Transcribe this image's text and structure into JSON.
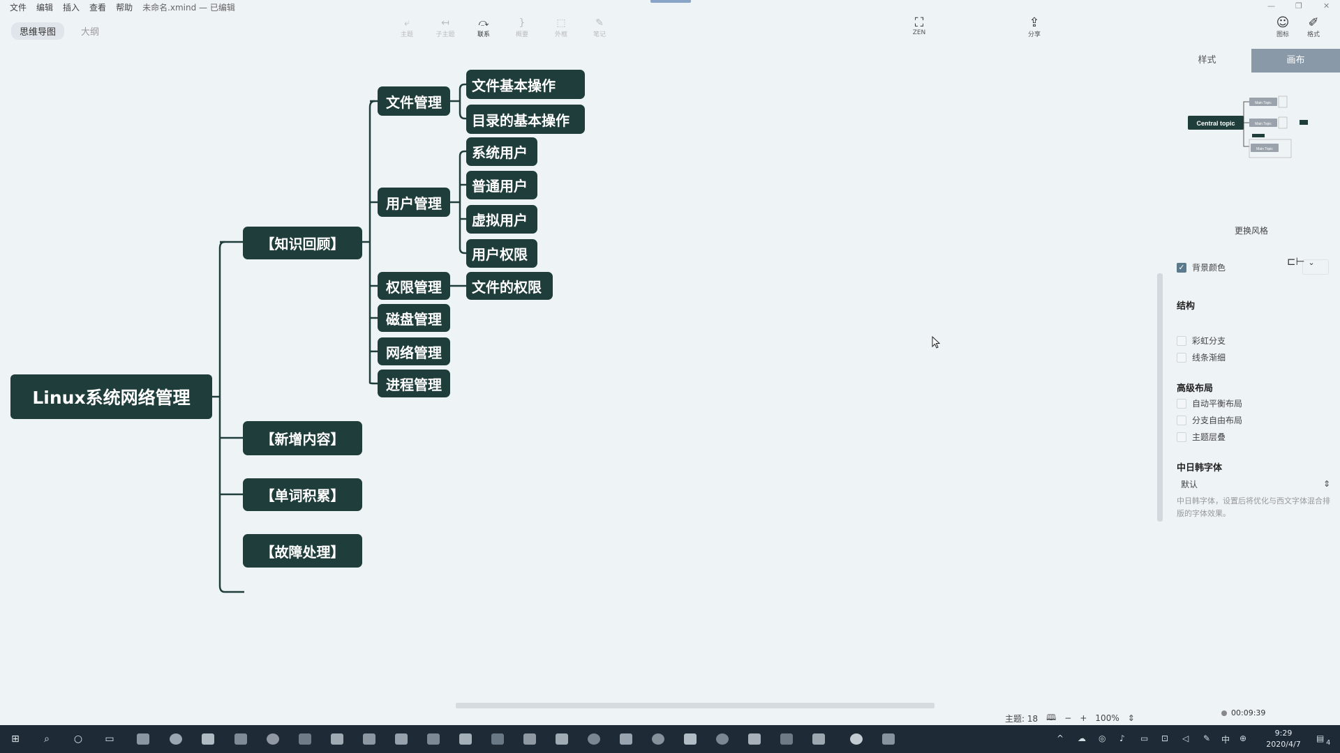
{
  "menu": {
    "items": [
      "文件",
      "编辑",
      "插入",
      "查看",
      "帮助"
    ],
    "doc_title": "未命名.xmind — 已编辑"
  },
  "view_tabs": {
    "mindmap": "思维导图",
    "outline": "大纲"
  },
  "toolbar": {
    "topic": "主题",
    "subtopic": "子主题",
    "relation": "联系",
    "summary": "概要",
    "boundary": "外框",
    "note": "笔记",
    "zen": "ZEN",
    "share": "分享",
    "icons": "图标",
    "format": "格式"
  },
  "mindmap": {
    "root": "Linux系统网络管理",
    "branches": [
      {
        "label": "【知识回顾】"
      },
      {
        "label": "【新增内容】"
      },
      {
        "label": "【单词积累】"
      },
      {
        "label": "【故障处理】"
      }
    ],
    "review_children": [
      {
        "label": "文件管理",
        "children": [
          "文件基本操作",
          "目录的基本操作"
        ]
      },
      {
        "label": "用户管理",
        "children": [
          "系统用户",
          "普通用户",
          "虚拟用户",
          "用户权限"
        ]
      },
      {
        "label": "权限管理",
        "children": [
          "文件的权限"
        ]
      },
      {
        "label": "磁盘管理",
        "children": []
      },
      {
        "label": "网络管理",
        "children": []
      },
      {
        "label": "进程管理",
        "children": []
      }
    ]
  },
  "panel": {
    "tabs": [
      "样式",
      "画布"
    ],
    "active_tab": "画布",
    "thumbnail": {
      "central": "Central topic",
      "main": "Main Topic"
    },
    "change_style": "更换风格",
    "bg_color": {
      "label": "背景颜色",
      "checked": true
    },
    "structure": {
      "title": "结构",
      "options": [
        {
          "label": "彩虹分支",
          "checked": false
        },
        {
          "label": "线条渐细",
          "checked": false
        }
      ]
    },
    "advanced": {
      "title": "高级布局",
      "options": [
        {
          "label": "自动平衡布局",
          "checked": false
        },
        {
          "label": "分支自由布局",
          "checked": false
        },
        {
          "label": "主题层叠",
          "checked": false
        }
      ]
    },
    "cjk_font": {
      "title": "中日韩字体",
      "value": "默认",
      "hint": "中日韩字体，设置后将优化与西文字体混合排版的字体效果。"
    }
  },
  "status": {
    "topics": "主题: 18",
    "zoom": "100%",
    "recording_time": "00:09:39"
  },
  "taskbar": {
    "time": "9:29",
    "date": "2020/4/7",
    "ime": "中",
    "notif_count": "4"
  },
  "colors": {
    "node_bg": "#1f3d3a",
    "canvas_bg": "#eef3f6",
    "connector": "#1f3d3a",
    "taskbar": "#1e2b36",
    "panel_tab_active": "#8a99a8"
  }
}
